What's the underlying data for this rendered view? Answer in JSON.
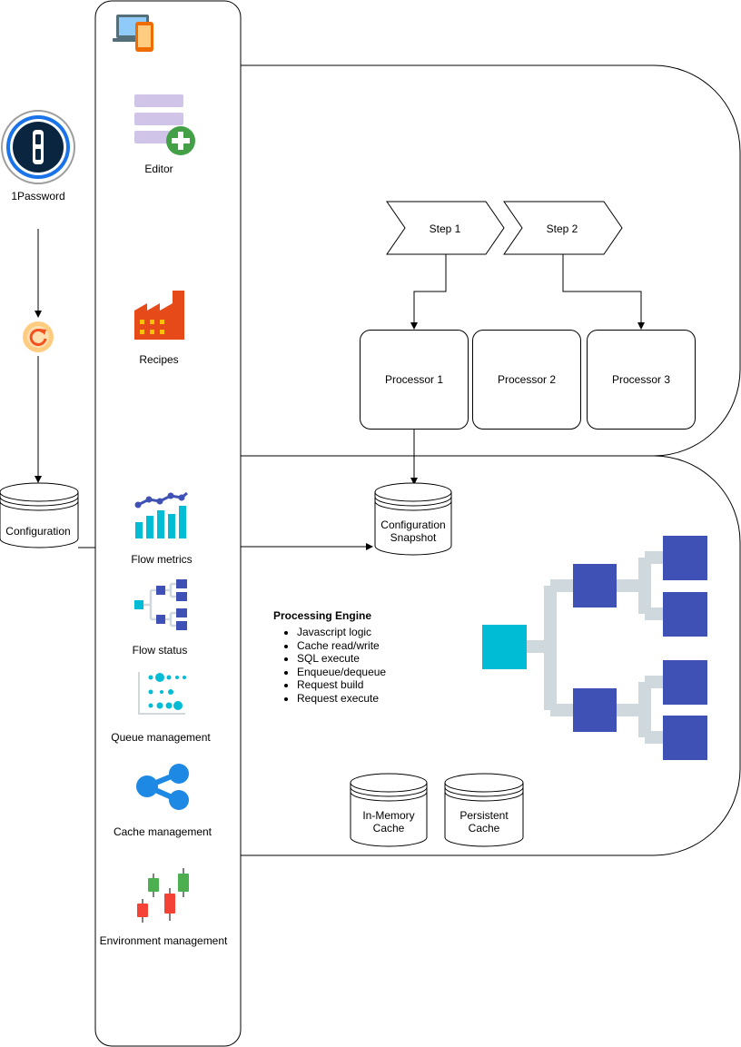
{
  "sidebar": {
    "items": [
      {
        "label": "Editor",
        "icon": "editor-icon"
      },
      {
        "label": "Recipes",
        "icon": "factory-icon"
      },
      {
        "label": "Flow metrics",
        "icon": "metrics-chart-icon"
      },
      {
        "label": "Flow status",
        "icon": "hierarchy-icon"
      },
      {
        "label": "Queue management",
        "icon": "dot-plot-icon"
      },
      {
        "label": "Cache management",
        "icon": "share-icon"
      },
      {
        "label": "Environment management",
        "icon": "candlestick-icon"
      }
    ],
    "top_icon": "devices-icon"
  },
  "left": {
    "password_label": "1Password",
    "sync_icon": "sync-icon",
    "configuration_label": "Configuration"
  },
  "steps": {
    "step1": "Step 1",
    "step2": "Step 2"
  },
  "processors": [
    "Processor 1",
    "Processor 2",
    "Processor 3"
  ],
  "snapshot": {
    "line1": "Configuration",
    "line2": "Snapshot"
  },
  "engine": {
    "title": "Processing Engine",
    "items": [
      "Javascript logic",
      "Cache read/write",
      "SQL execute",
      "Enqueue/dequeue",
      "Request build",
      "Request execute"
    ]
  },
  "caches": {
    "memory": {
      "line1": "In-Memory",
      "line2": "Cache"
    },
    "persistent": {
      "line1": "Persistent",
      "line2": "Cache"
    }
  },
  "colors": {
    "tree_node": "#3F51B5",
    "tree_root": "#00BCD4",
    "tree_connector": "#CFD8DC",
    "editor_bars": "#D1C4E9",
    "plus_green": "#43A047",
    "factory": "#E64A19"
  }
}
